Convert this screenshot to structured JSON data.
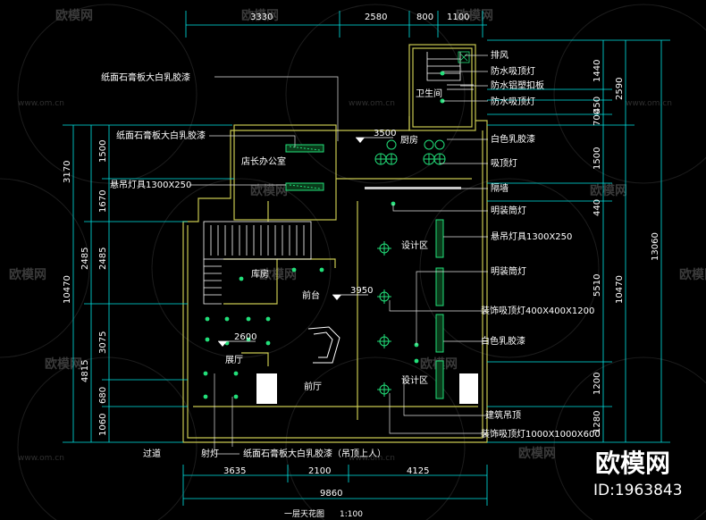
{
  "watermark": {
    "brand": "欧模网",
    "site": "www.om.cn"
  },
  "brand_mark": {
    "name": "欧模网",
    "id_text": "ID:1963843"
  },
  "dimensions": {
    "top": [
      "3330",
      "2580",
      "800",
      "1100"
    ],
    "bottom_segments": [
      "3635",
      "2100",
      "4125"
    ],
    "bottom_total": "9860",
    "left_outer": [
      "3170",
      "2485",
      "4815"
    ],
    "left_total": "10470",
    "left_inner": [
      "1500",
      "1670",
      "2485",
      "3075",
      "680",
      "1060"
    ],
    "right_outer": [
      "2590",
      "10470"
    ],
    "right_total": "13060",
    "right_inner": [
      "1440",
      "450",
      "700",
      "1500",
      "440",
      "5510",
      "1200",
      "1280"
    ]
  },
  "rooms": {
    "restroom": "卫生间",
    "kitchen": "厨房",
    "office": "店长办公室",
    "storage": "库房",
    "reception": "前台",
    "showroom": "展厅",
    "lobby": "前厅",
    "design_area_1": "设计区",
    "design_area_2": "设计区"
  },
  "elevations": {
    "kitchen": "3500",
    "reception": "3950",
    "showroom": "2600"
  },
  "left_notes": {
    "n1": "纸面石膏板大白乳胶漆",
    "n2": "纸面石膏板大白乳胶漆",
    "n3": "悬吊灯具1300X250"
  },
  "right_notes": {
    "n1": "排风",
    "n2": "防水吸顶灯",
    "n3": "防水铝塑扣板",
    "n4": "防水吸顶灯",
    "n5": "白色乳胶漆",
    "n6": "吸顶灯",
    "n7": "隔墙",
    "n8": "明装筒灯",
    "n9": "悬吊灯具1300X250",
    "n10": "明装筒灯",
    "n11": "装饰吸顶灯400X400X1200",
    "n12": "白色乳胶漆",
    "n13": "建筑吊顶",
    "n14": "装饰吸顶灯1000X1000X600"
  },
  "bottom_notes": {
    "a": "过道",
    "b": "射灯",
    "c": "纸面石膏板大白乳胶漆（吊顶上人）"
  },
  "drawing_title": {
    "name": "一层天花图",
    "scale": "1:100"
  },
  "colors": {
    "wall": "#c8c850",
    "dim": "#00e5e5",
    "light": "#22e07a",
    "leader": "#e0e0e0",
    "white": "#ffffff"
  }
}
